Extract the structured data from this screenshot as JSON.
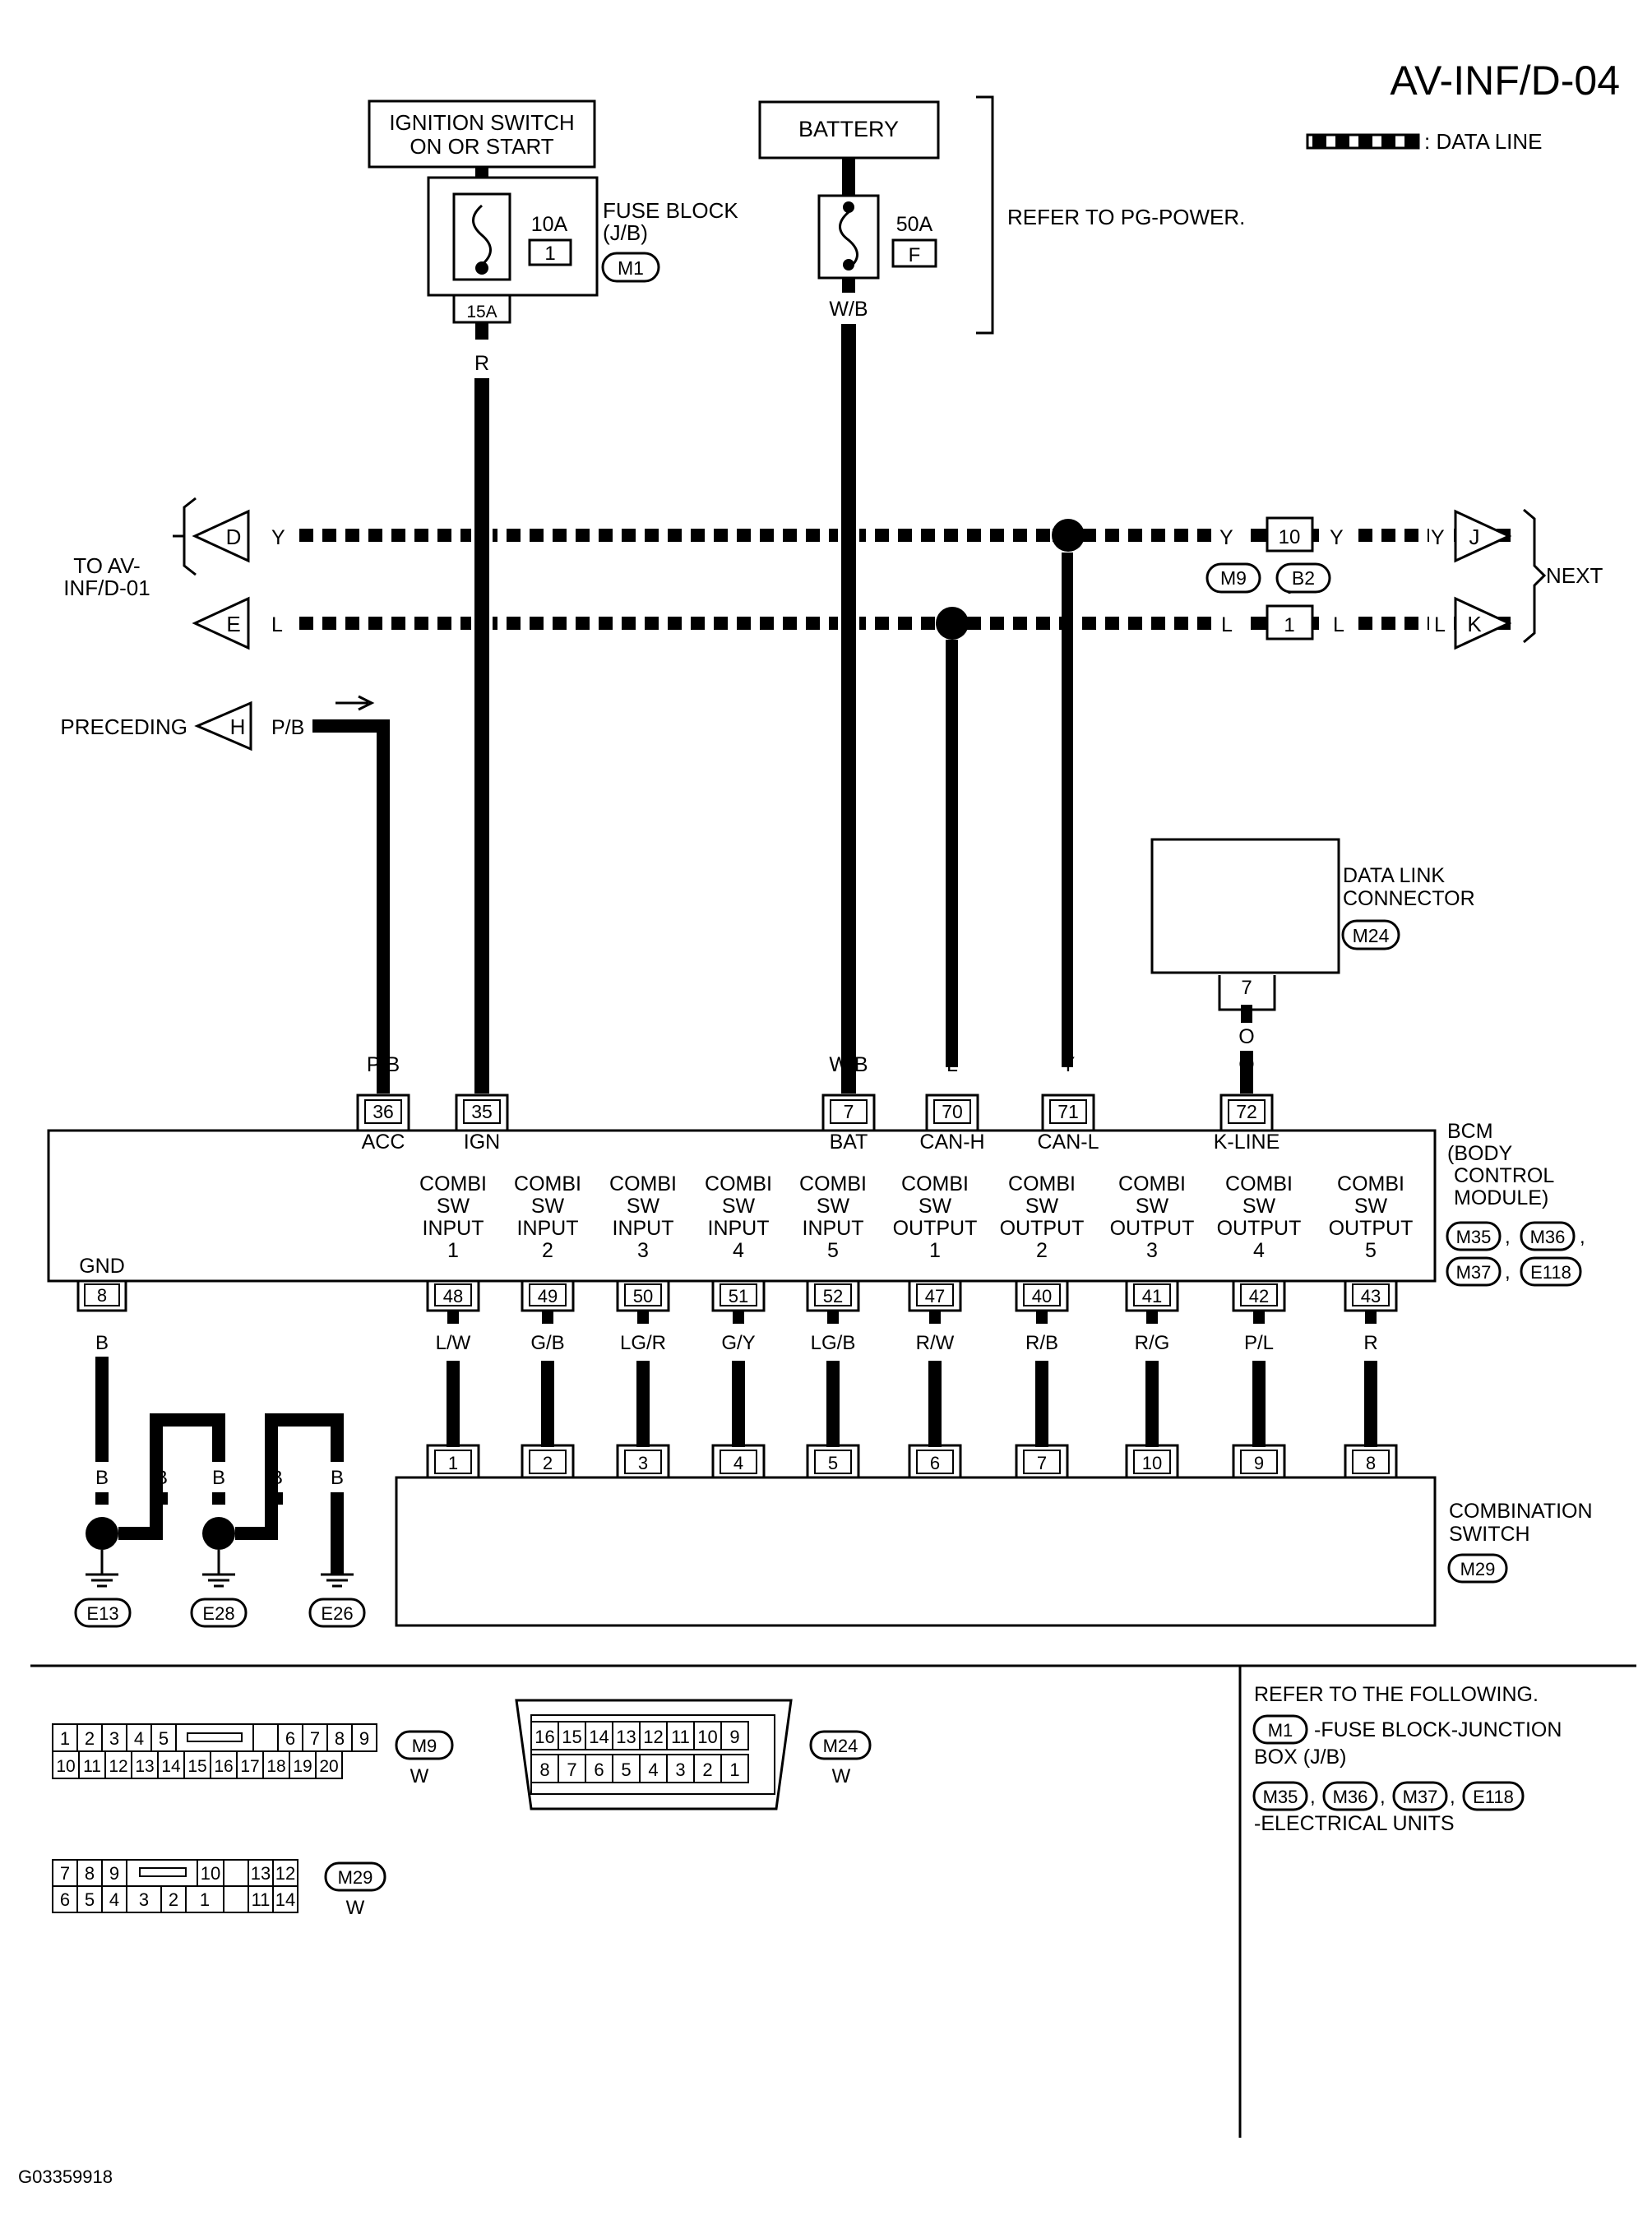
{
  "diagram": {
    "page_code": "AV-INF/D-04",
    "legend_label": ": DATA LINE",
    "figure_id": "G03359918",
    "ignition": {
      "label_1": "IGNITION SWITCH",
      "label_2": "ON OR START"
    },
    "battery": {
      "label": "BATTERY"
    },
    "fuse_block": {
      "rating": "10A",
      "number": "1",
      "label_1": "FUSE BLOCK",
      "label_2": "(J/B)",
      "connector": "M1",
      "terminal": "15A"
    },
    "battery_fuse": {
      "rating": "50A",
      "letter": "F"
    },
    "refer_power": "REFER TO PG-POWER.",
    "wires": {
      "ign": "R",
      "bat": "W/B",
      "pb": "P/B",
      "can_l": "Y",
      "can_h": "L",
      "kline": "O",
      "gnd": "B"
    },
    "to_prev": {
      "label_1": "TO AV-",
      "label_2": "INF/D-01",
      "d": "D",
      "e": "E"
    },
    "next": {
      "label": "NEXT",
      "j": "J",
      "k": "K",
      "conn_m9": "M9",
      "conn_b2": "B2",
      "pin_10": "10",
      "pin_1": "1"
    },
    "preceding": {
      "label": "PRECEDING",
      "letter": "H",
      "wire": "P/B"
    },
    "dlc": {
      "label_1": "DATA LINK",
      "label_2": "CONNECTOR",
      "connector": "M24",
      "pin": "7"
    },
    "bcm": {
      "label_1": "BCM",
      "label_2": "(BODY",
      "label_3": "CONTROL",
      "label_4": "MODULE)",
      "connectors": [
        "M35",
        "M36",
        "M37",
        "E118"
      ],
      "top_pins": [
        {
          "pin": "36",
          "name": "ACC",
          "wire": "P/B"
        },
        {
          "pin": "35",
          "name": "IGN",
          "wire": "R"
        },
        {
          "pin": "7",
          "name": "BAT",
          "wire": "W/B"
        },
        {
          "pin": "70",
          "name": "CAN-H",
          "wire": "L"
        },
        {
          "pin": "71",
          "name": "CAN-L",
          "wire": "Y"
        },
        {
          "pin": "72",
          "name": "K-LINE",
          "wire": "O"
        }
      ],
      "gnd_label": "GND",
      "gnd_pin": "8"
    },
    "combi_word_1": "COMBI",
    "combi_word_2": "SW",
    "combi": [
      {
        "kind": "INPUT",
        "n": "1",
        "bcm_pin": "48",
        "wire": "L/W",
        "sw_pin": "1"
      },
      {
        "kind": "INPUT",
        "n": "2",
        "bcm_pin": "49",
        "wire": "G/B",
        "sw_pin": "2"
      },
      {
        "kind": "INPUT",
        "n": "3",
        "bcm_pin": "50",
        "wire": "LG/R",
        "sw_pin": "3"
      },
      {
        "kind": "INPUT",
        "n": "4",
        "bcm_pin": "51",
        "wire": "G/Y",
        "sw_pin": "4"
      },
      {
        "kind": "INPUT",
        "n": "5",
        "bcm_pin": "52",
        "wire": "LG/B",
        "sw_pin": "5"
      },
      {
        "kind": "OUTPUT",
        "n": "1",
        "bcm_pin": "47",
        "wire": "R/W",
        "sw_pin": "6"
      },
      {
        "kind": "OUTPUT",
        "n": "2",
        "bcm_pin": "40",
        "wire": "R/B",
        "sw_pin": "7"
      },
      {
        "kind": "OUTPUT",
        "n": "3",
        "bcm_pin": "41",
        "wire": "R/G",
        "sw_pin": "10"
      },
      {
        "kind": "OUTPUT",
        "n": "4",
        "bcm_pin": "42",
        "wire": "P/L",
        "sw_pin": "9"
      },
      {
        "kind": "OUTPUT",
        "n": "5",
        "bcm_pin": "43",
        "wire": "R",
        "sw_pin": "8"
      }
    ],
    "combination_switch": {
      "label_1": "COMBINATION",
      "label_2": "SWITCH",
      "connector": "M29"
    },
    "grounds": [
      "E13",
      "E28",
      "E26"
    ],
    "connector_views": {
      "m9": {
        "row1": [
          "1",
          "2",
          "3",
          "4",
          "5",
          "",
          "6",
          "7",
          "8",
          "9"
        ],
        "row2": [
          "10",
          "11",
          "12",
          "13",
          "14",
          "15",
          "16",
          "17",
          "18",
          "19",
          "20"
        ],
        "id": "M9",
        "color": "W"
      },
      "m24": {
        "row1": [
          "16",
          "15",
          "14",
          "13",
          "12",
          "11",
          "10",
          "9"
        ],
        "row2": [
          "8",
          "7",
          "6",
          "5",
          "4",
          "3",
          "2",
          "1"
        ],
        "id": "M24",
        "color": "W"
      },
      "m29": {
        "row1": [
          "7",
          "8",
          "9",
          "",
          "10",
          "",
          "13",
          "12"
        ],
        "row2": [
          "6",
          "5",
          "4",
          "3",
          "2",
          "1",
          "",
          "11",
          "14"
        ],
        "id": "M29",
        "color": "W"
      }
    },
    "refer_following": {
      "title": "REFER TO THE FOLLOWING.",
      "m1": "M1",
      "m1_text_1": "-FUSE BLOCK-JUNCTION",
      "m1_text_2": "BOX (J/B)",
      "units": [
        "M35",
        "M36",
        "M37",
        "E118"
      ],
      "units_text": "-ELECTRICAL UNITS"
    }
  }
}
